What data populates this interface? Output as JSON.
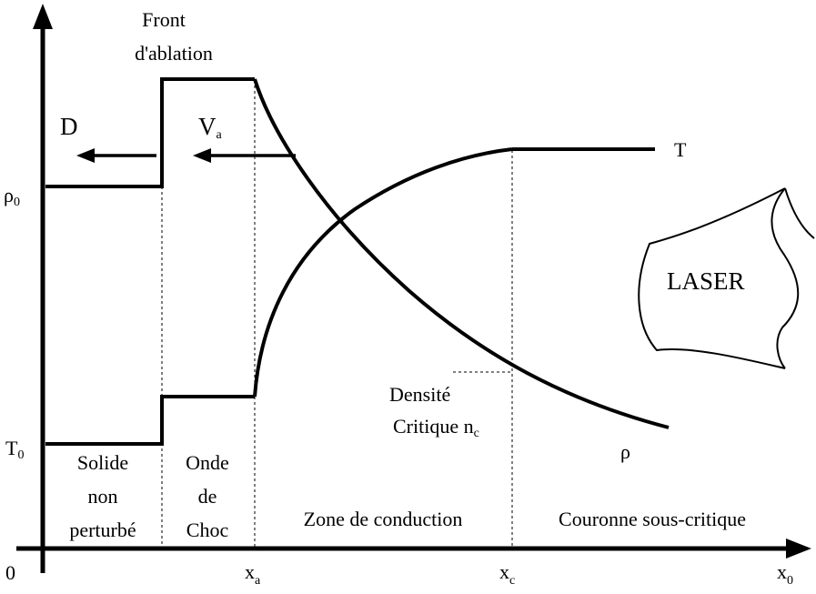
{
  "diagram": {
    "labels": {
      "front_line1": "Front",
      "front_line2": "d'ablation",
      "arrow_D": "D",
      "arrow_Va_main": "V",
      "arrow_Va_sub": "a",
      "curve_T": "T",
      "curve_rho": "ρ",
      "laser": "LASER",
      "density_line1": "Densité",
      "density_line2_main": "Critique n",
      "density_line2_sub": "c"
    },
    "axes": {
      "origin": "0",
      "rho0_main": "ρ",
      "rho0_sub": "0",
      "T0_main": "T",
      "T0_sub": "0",
      "xa_main": "x",
      "xa_sub": "a",
      "xc_main": "x",
      "xc_sub": "c",
      "x0_main": "x",
      "x0_sub": "0"
    },
    "zones": {
      "solide": [
        "Solide",
        "non",
        "perturbé"
      ],
      "onde": [
        "Onde",
        "de",
        "Choc"
      ],
      "conduction": "Zone de conduction",
      "couronne": "Couronne sous-critique"
    }
  }
}
